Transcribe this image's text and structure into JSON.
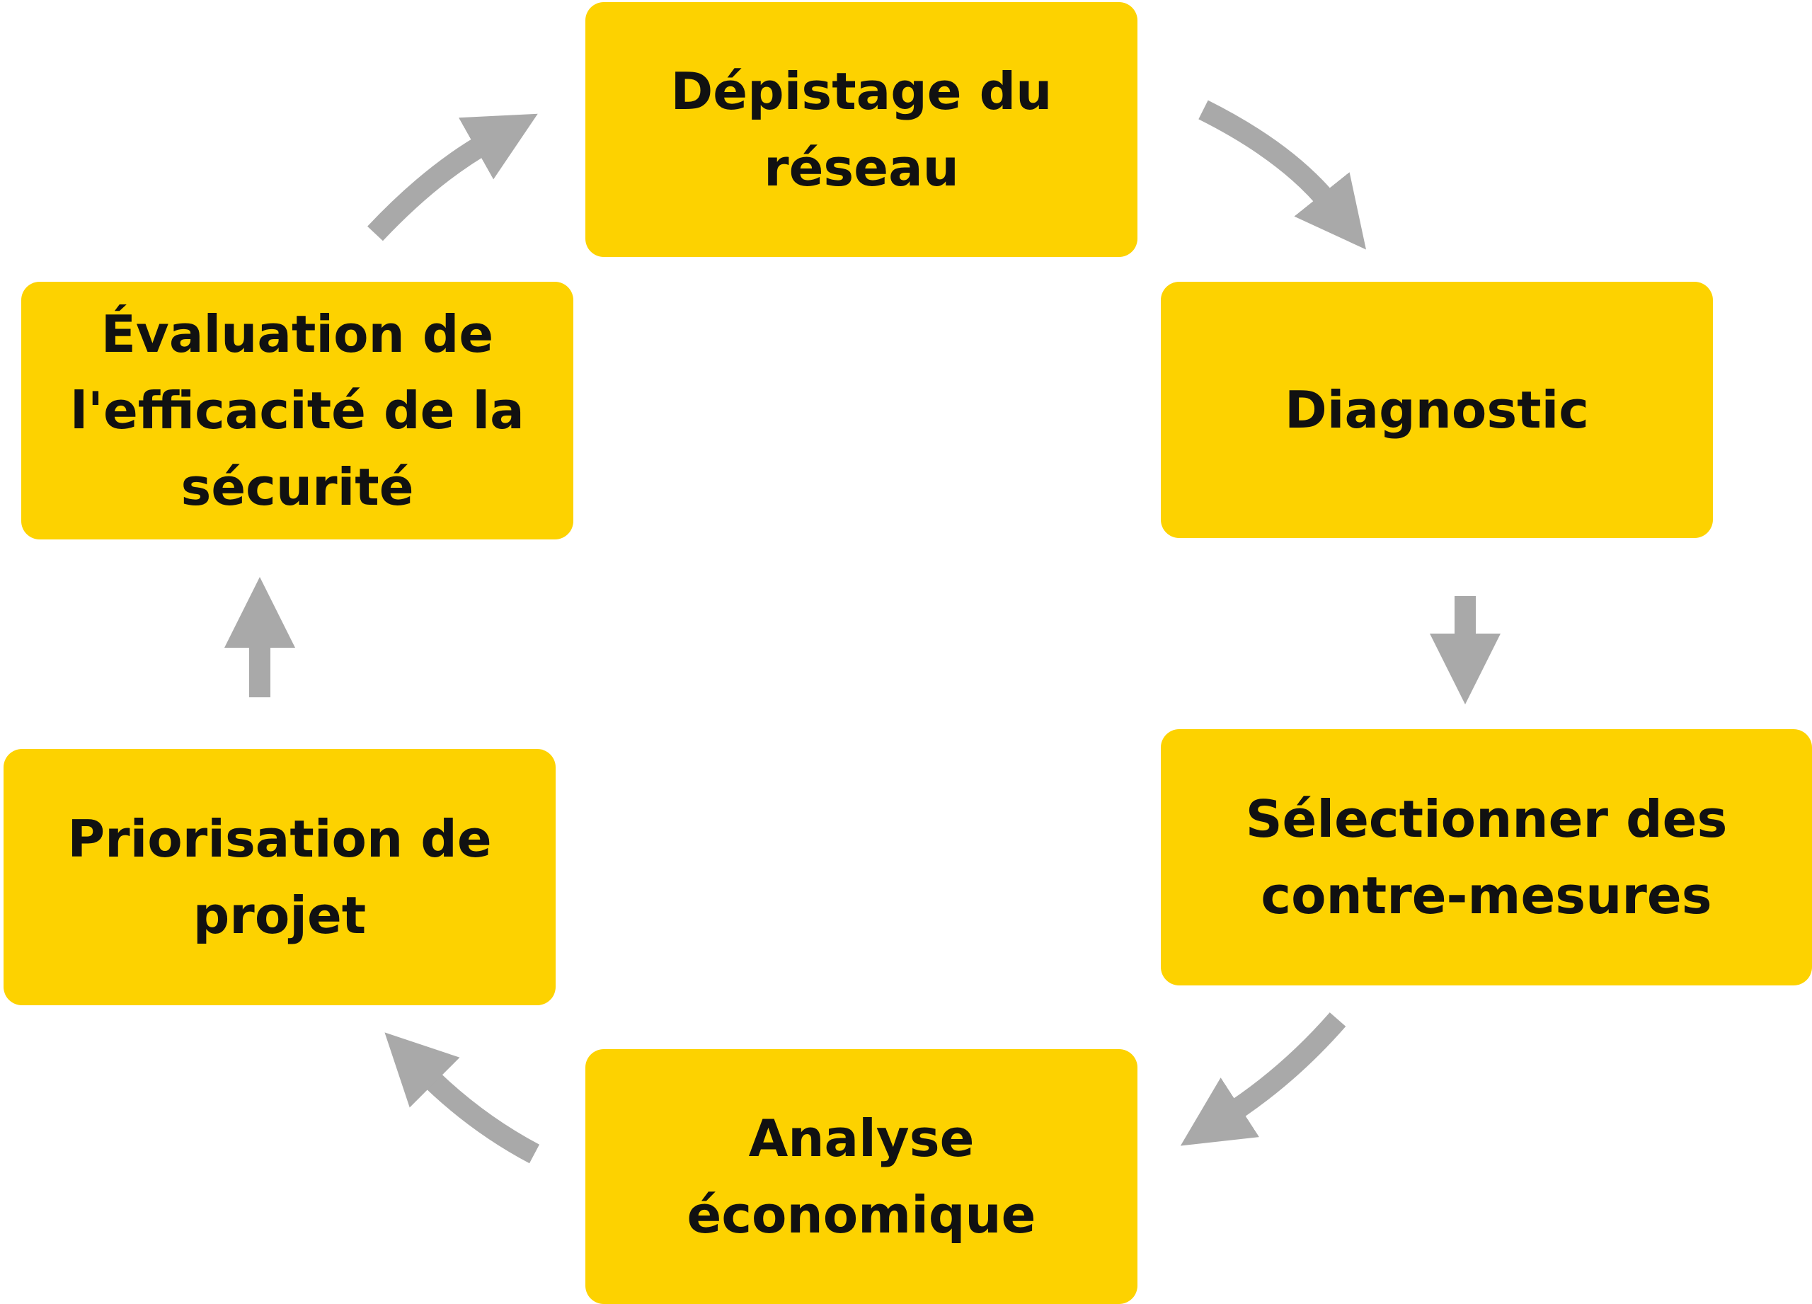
{
  "colors": {
    "box_fill": "#FDD200",
    "arrow": "#A9A9A9",
    "text": "#111111"
  },
  "steps": [
    {
      "id": "screening",
      "label": "Dépistage du réseau"
    },
    {
      "id": "diagnosis",
      "label": "Diagnostic"
    },
    {
      "id": "countermeasures",
      "label": "Sélectionner des contre-mesures"
    },
    {
      "id": "economic",
      "label": "Analyse économique"
    },
    {
      "id": "prioritization",
      "label": "Priorisation de projet"
    },
    {
      "id": "evaluation",
      "label": "Évaluation de l'efficacité de la sécurité"
    }
  ],
  "flow": [
    [
      "screening",
      "diagnosis"
    ],
    [
      "diagnosis",
      "countermeasures"
    ],
    [
      "countermeasures",
      "economic"
    ],
    [
      "economic",
      "prioritization"
    ],
    [
      "prioritization",
      "evaluation"
    ],
    [
      "evaluation",
      "screening"
    ]
  ]
}
